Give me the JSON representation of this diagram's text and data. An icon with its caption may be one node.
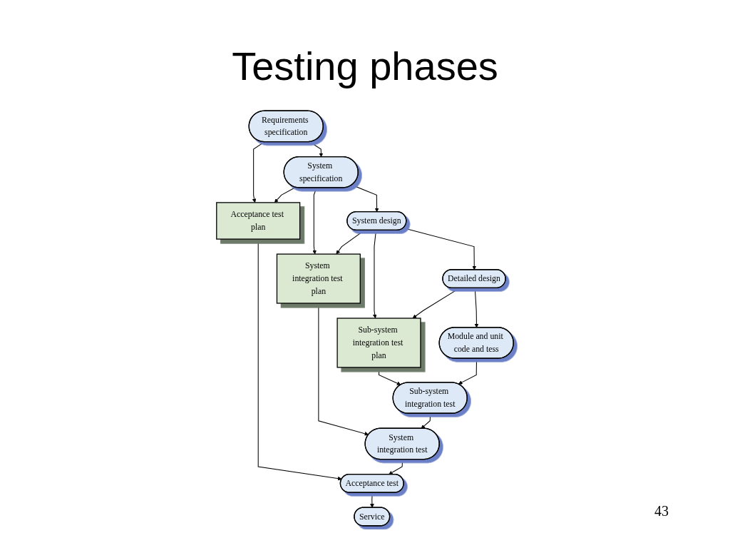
{
  "diagram": {
    "title": "Testing phases",
    "nodes": [
      {
        "text": [
          "Requirements specification"
        ]
      },
      {
        "text": [
          "System specification"
        ]
      },
      {
        "text": [
          "System design"
        ]
      },
      {
        "text": [
          "Detailed design"
        ]
      },
      {
        "text": [
          "Acceptance test plan"
        ]
      },
      {
        "text": [
          "System integration test plan"
        ]
      },
      {
        "text": [
          "Sub-system integration test plan"
        ]
      },
      {
        "text": [
          "Module and unit code and tess"
        ]
      },
      {
        "text": [
          "Service"
        ]
      },
      {
        "text": [
          "Acceptance test"
        ]
      },
      {
        "text": [
          "System integration test"
        ]
      },
      {
        "text": [
          "Sub-system integration test"
        ]
      }
    ],
    "edges": [
      {
        "from": 0,
        "to": 1,
        "arrow": "to"
      },
      {
        "from": 1,
        "to": 2,
        "arrow": "to"
      },
      {
        "from": 2,
        "to": 3,
        "arrow": "to"
      },
      {
        "from": 0,
        "to": 4,
        "arrow": "to"
      },
      {
        "from": 1,
        "to": 4,
        "arrow": "to"
      },
      {
        "from": 1,
        "to": 5,
        "arrow": "to"
      },
      {
        "from": 2,
        "to": 5,
        "arrow": "to"
      },
      {
        "from": 2,
        "to": 6,
        "arrow": "to"
      },
      {
        "from": 3,
        "to": 6,
        "arrow": "to"
      },
      {
        "from": 3,
        "to": 7,
        "arrow": "to"
      },
      {
        "from": 4,
        "to": 9,
        "arrow": "to"
      },
      {
        "from": 5,
        "to": 10,
        "arrow": "to"
      },
      {
        "from": 6,
        "to": 11,
        "arrow": "to"
      },
      {
        "from": 7,
        "to": 11,
        "arrow": "to"
      },
      {
        "from": 11,
        "to": 10,
        "arrow": "to"
      },
      {
        "from": 10,
        "to": 9,
        "arrow": "to"
      },
      {
        "from": 9,
        "to": 8,
        "arrow": "to"
      }
    ],
    "labels": [
      "43"
    ]
  }
}
